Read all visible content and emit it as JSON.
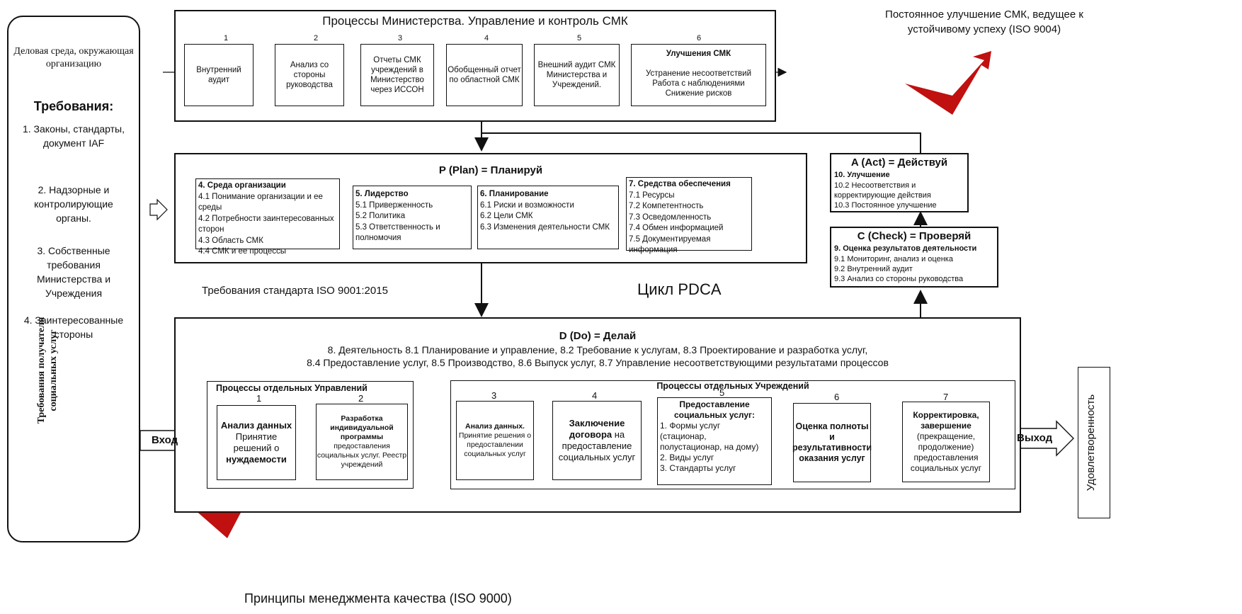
{
  "left_panel": {
    "business": "Деловая среда, окружающая организацию",
    "req_title": "Требования:",
    "items": [
      "1. Законы, стандарты, документ IAF",
      "2. Надзорные и контролирующие органы.",
      "3. Собственные требования Министерства и Учреждения",
      "4. Заинтересованные стороны"
    ],
    "vertical_label": "Требования получателя социальных услуг"
  },
  "ministry": {
    "title": "Процессы Министерства. Управление и контроль СМК",
    "steps": [
      {
        "n": "1",
        "text": "Внутренний аудит"
      },
      {
        "n": "2",
        "text": "Анализ со стороны руководства"
      },
      {
        "n": "3",
        "text": "Отчеты СМК учреждений в Министерство через ИССОН"
      },
      {
        "n": "4",
        "text": "Обобщенный отчет по областной СМК"
      },
      {
        "n": "5",
        "text": "Внешний аудит СМК Министерства и Учреждений."
      },
      {
        "n": "6",
        "title": "Улучшения СМК",
        "text": "Устранение несоответствий Работа с наблюдениями Снижение рисков"
      }
    ]
  },
  "improvement_note": "Постоянное улучшение СМК, ведущее к устойчивому успеху (ISO 9004)",
  "plan": {
    "title": "P (Plan) = Планируй",
    "cols": [
      {
        "head": "4. Среда организации",
        "lines": [
          "4.1 Понимание организации и ее среды",
          "4.2 Потребности заинтересованных сторон",
          "4.3  Область  СМК",
          "4.4 СМК и ее процессы"
        ]
      },
      {
        "head": "5. Лидерство",
        "lines": [
          "5.1 Приверженность",
          "5.2 Политика",
          "5.3 Ответственность и полномочия"
        ]
      },
      {
        "head": "6. Планирование",
        "lines": [
          "6.1 Риски и возможности",
          "6.2 Цели СМК",
          "6.3 Изменения деятельности СМК"
        ]
      },
      {
        "head": "7. Средства обеспечения",
        "lines": [
          "7.1 Ресурсы",
          "7.2 Компетентность",
          "7.3 Осведомленность",
          "7.4 Обмен информацией",
          "7.5 Документируемая информация"
        ]
      }
    ]
  },
  "act": {
    "title": "A (Act) = Действуй",
    "head": "10. Улучшение",
    "lines": [
      "10.2 Несоответствия и корректирующие действия",
      "10.3 Постоянное улучшение"
    ]
  },
  "check": {
    "title": "C (Check) = Проверяй",
    "head": "9. Оценка результатов деятельности",
    "lines": [
      "9.1 Мониторинг, анализ и оценка",
      "9.2 Внутренний аудит",
      "9.3 Анализ со стороны руководства"
    ]
  },
  "iso_req": "Требования стандарта ISO 9001:2015",
  "pdca": "Цикл PDCA",
  "do": {
    "title": "D (Do) = Делай",
    "line1": "8. Деятельность 8.1 Планирование и управление, 8.2 Требование к услугам, 8.3 Проектирование и разработка услуг,",
    "line2": "8.4 Предоставление услуг, 8.5 Производство,  8.6 Выпуск услуг, 8.7 Управление несоответствующими результатами процессов",
    "dept_title": "Процессы отдельных Управлений",
    "inst_title": "Процессы отдельных Учреждений",
    "steps": [
      {
        "n": "1",
        "bold": "Анализ данных",
        "text": "Принятие решений о",
        "bold2": "нуждаемости"
      },
      {
        "n": "2",
        "bold": "Разработка индивидуальной программы",
        "text": "предоставления социальных услуг. Реестр учреждений"
      },
      {
        "n": "3",
        "bold": "Анализ данных.",
        "text": "Принятие решения о предоставлении социальных услуг"
      },
      {
        "n": "4",
        "bold": "Заключение договора",
        "text": "на предоставление социальных услуг"
      },
      {
        "n": "5",
        "bold": "Предоставление социальных услуг:",
        "lines": [
          "1. Формы услуг (стационар, полустационар, на дому)",
          "2. Виды услуг",
          "3. Стандарты услуг"
        ]
      },
      {
        "n": "6",
        "bold": "Оценка полноты и результативности оказания услуг"
      },
      {
        "n": "7",
        "bold": "Корректировка, завершение",
        "text": "(прекращение, продолжение) предоставления социальных услуг"
      }
    ]
  },
  "input_label": "Вход",
  "output_label": "Выход",
  "satisfaction": "Удовлетворенность",
  "principles": "Принципы менеджмента качества (ISO 9000)",
  "colors": {
    "line": "#111111",
    "red_arrow": "#c0100f",
    "background": "#ffffff"
  }
}
